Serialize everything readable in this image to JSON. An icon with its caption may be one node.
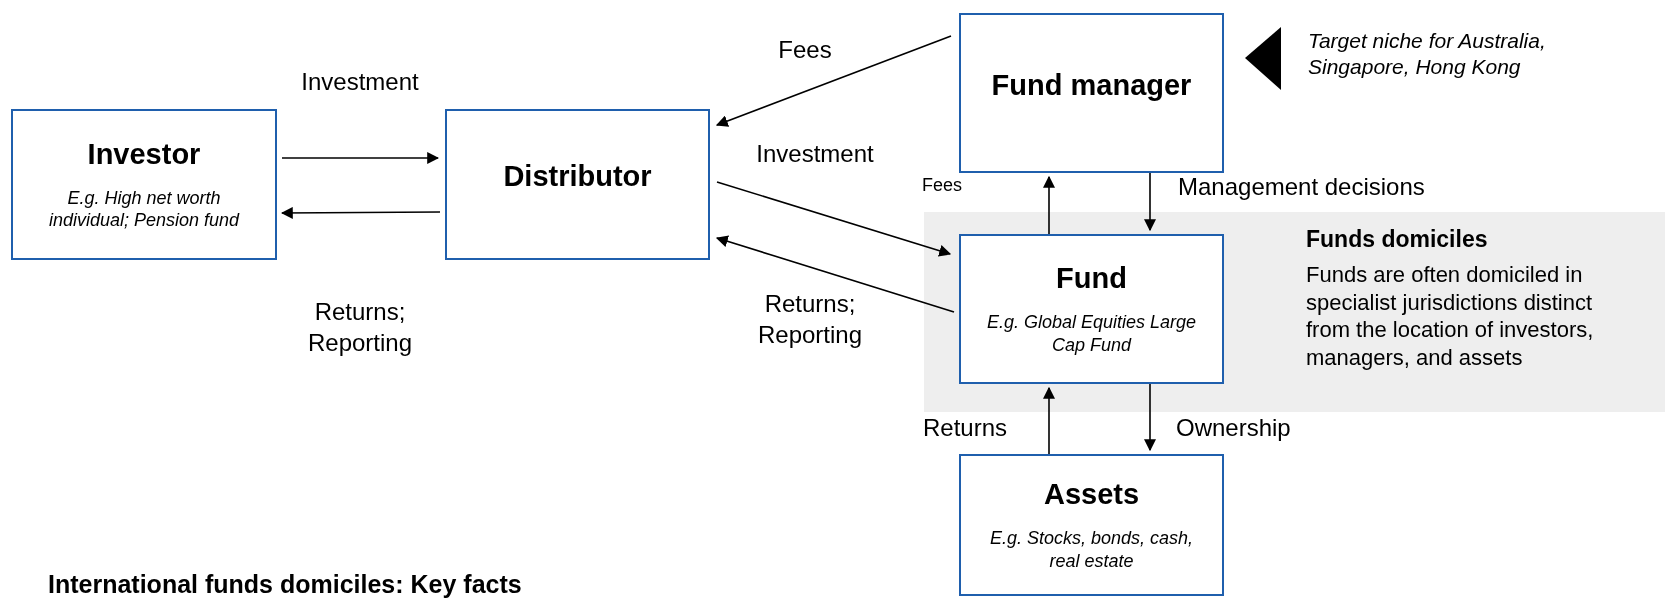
{
  "diagram": {
    "nodes": [
      {
        "text": [
          "Investor",
          "E.g. High net worth individual; Pension fund"
        ]
      },
      {
        "text": [
          "Distributor"
        ]
      },
      {
        "text": [
          "Fund manager"
        ]
      },
      {
        "text": [
          "Funds domiciles",
          "Funds are often domiciled in specialist jurisdictions distinct from the location of investors, managers, and assets"
        ]
      },
      {
        "text": [
          "Fund",
          "E.g. Global Equities Large Cap Fund"
        ],
        "in": 3
      },
      {
        "text": [
          "Assets",
          "E.g. Stocks, bonds, cash, real estate"
        ]
      }
    ],
    "edges": [
      {
        "from": 0,
        "to": 1,
        "arrow": "to",
        "label": "Investment"
      },
      {
        "from": 1,
        "to": 0,
        "arrow": "to",
        "label": "Returns; Reporting"
      },
      {
        "from": 2,
        "to": 1,
        "arrow": "to",
        "label": "Fees"
      },
      {
        "from": 1,
        "to": 4,
        "arrow": "to",
        "label": "Investment"
      },
      {
        "from": 4,
        "to": 1,
        "arrow": "to",
        "label": "Returns; Reporting"
      },
      {
        "from": 4,
        "to": 2,
        "arrow": "to",
        "label": "Fees"
      },
      {
        "from": 2,
        "to": 4,
        "arrow": "to",
        "label": "Management decisions"
      },
      {
        "from": 5,
        "to": 4,
        "arrow": "to",
        "label": "Returns"
      },
      {
        "from": 4,
        "to": 5,
        "arrow": "to",
        "label": "Ownership"
      }
    ],
    "labels": [
      "Target niche for Australia, Singapore, Hong Kong",
      "International funds domiciles: Key facts"
    ]
  }
}
